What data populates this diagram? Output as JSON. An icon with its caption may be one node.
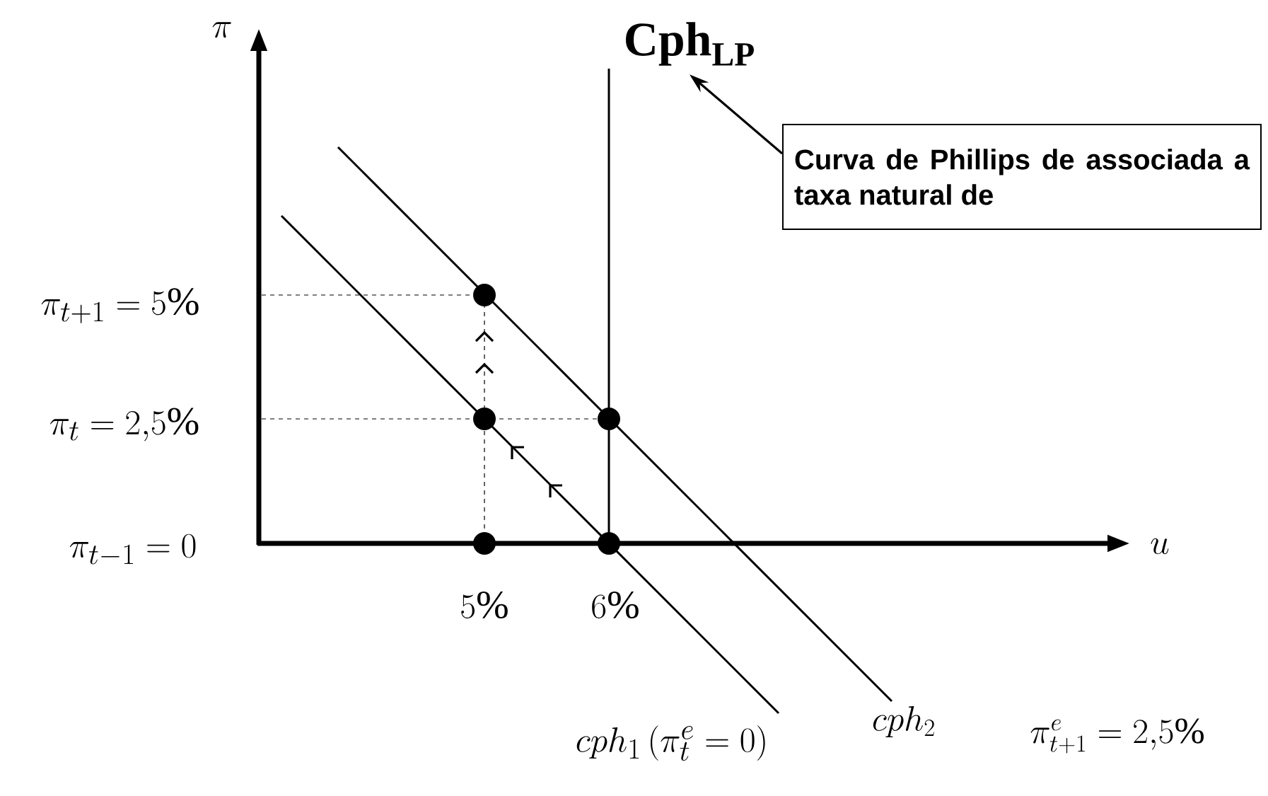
{
  "diagram": {
    "nodes": [
      {
        "text": [
          "Cph$_{LP}$"
        ]
      },
      {
        "text": [
          "Curva de Phillips de associada a taxa natural de"
        ]
      }
    ],
    "edges": [
      {
        "from": 1,
        "to": 0,
        "arrow": "to"
      }
    ],
    "labels": [
      "\\pi",
      "u",
      "\\pi_{t+1}=5\\%",
      "\\pi_{t}=2{,}5\\%",
      "\\pi_{t-1}=0",
      "5\\%",
      "6\\%",
      "cph_1\\left(\\pi_t^e=0\\right)",
      "cph_2",
      "\\pi_{t+1}^{e}=2{,}5\\%"
    ]
  }
}
